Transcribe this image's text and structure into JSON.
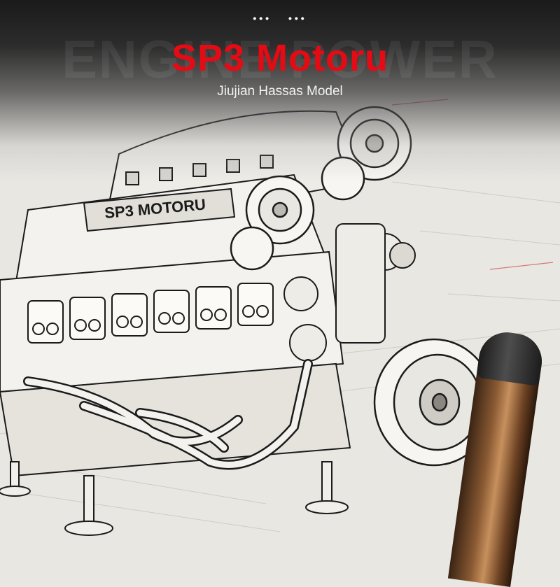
{
  "header": {
    "dots": [
      "•••",
      "•••"
    ],
    "background_word": "ENGINE POWER",
    "title": "SP3 Motoru",
    "subtitle": "Jiujian Hassas Model"
  },
  "engine": {
    "plate_text": "SP3 MOTORU"
  },
  "colors": {
    "title": "#e50b14",
    "paper": "#e9e7e2",
    "ink": "#1b1b1b",
    "annotation": "#c94a4a"
  },
  "icons": [
    "engine-sketch",
    "pen"
  ]
}
